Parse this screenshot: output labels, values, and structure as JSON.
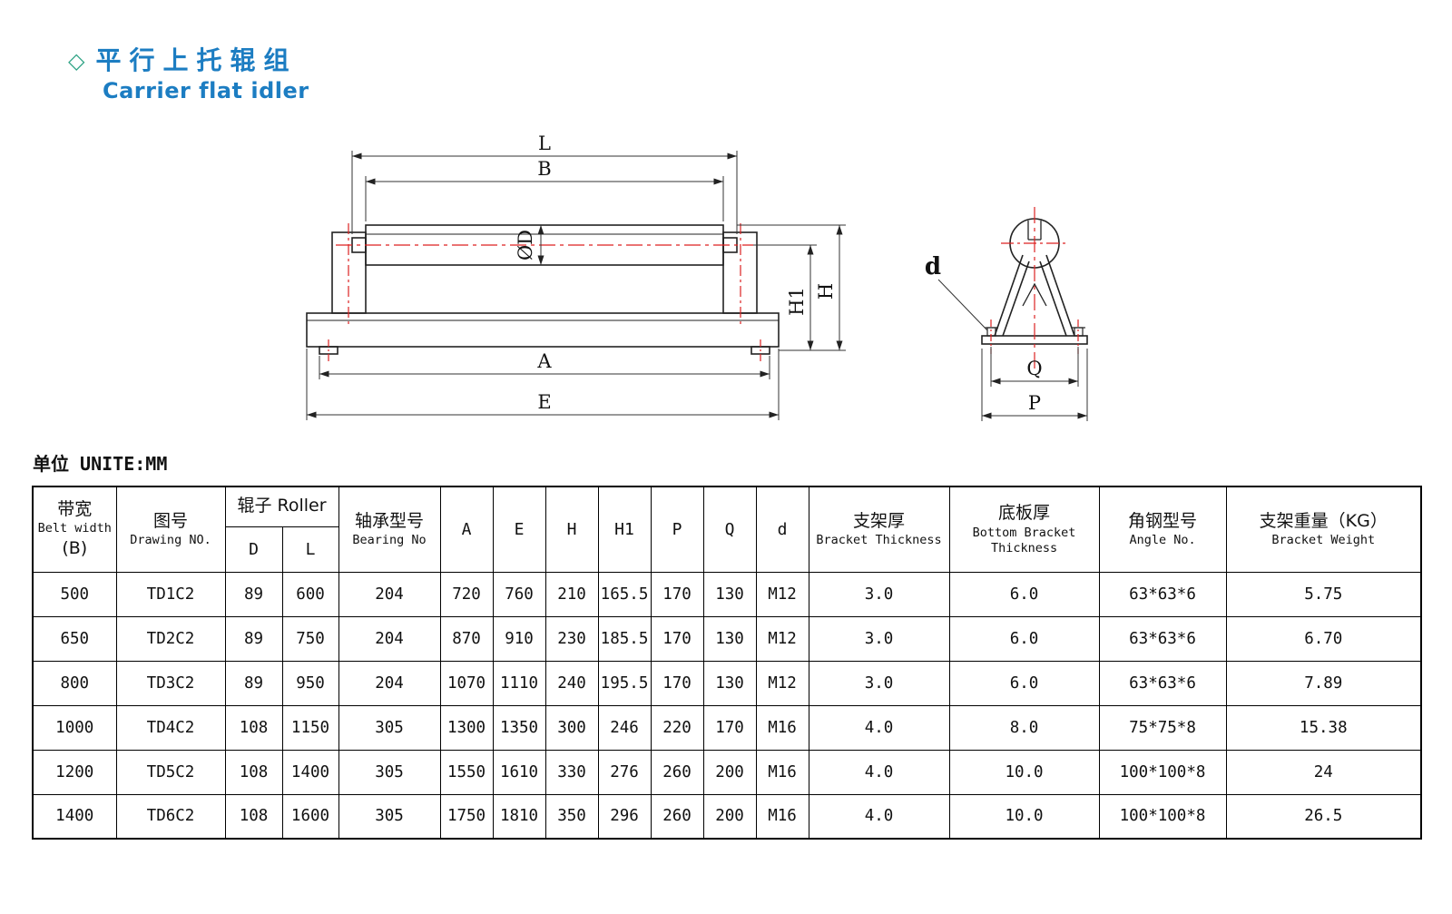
{
  "header": {
    "diamond": "◇",
    "title_zh": "平行上托辊组",
    "title_en": "Carrier flat idler"
  },
  "unit_note": "单位 UNITE:MM",
  "drawing": {
    "labels": {
      "L": "L",
      "B": "B",
      "OD": "ØD",
      "H1": "H1",
      "H": "H",
      "A": "A",
      "E": "E",
      "d": "d",
      "Q": "Q",
      "P": "P"
    }
  },
  "table": {
    "headers": {
      "belt_width_zh": "带宽",
      "belt_width_en": "Belt width",
      "belt_width_sub": "(B)",
      "drawing_no_zh": "图号",
      "drawing_no_en": "Drawing NO.",
      "roller": "辊子 Roller",
      "roller_d": "D",
      "roller_l": "L",
      "bearing_zh": "轴承型号",
      "bearing_en": "Bearing No",
      "col_a": "A",
      "col_e": "E",
      "col_h": "H",
      "col_h1": "H1",
      "col_p": "P",
      "col_q": "Q",
      "col_d": "d",
      "bracket_thickness_zh": "支架厚",
      "bracket_thickness_en": "Bracket Thickness",
      "bottom_bracket_zh": "底板厚",
      "bottom_bracket_en_1": "Bottom Bracket",
      "bottom_bracket_en_2": "Thickness",
      "angle_zh": "角钢型号",
      "angle_en": "Angle No.",
      "bracket_weight_zh": "支架重量（KG）",
      "bracket_weight_en": "Bracket Weight"
    },
    "rows": [
      [
        "500",
        "TD1C2",
        "89",
        "600",
        "204",
        "720",
        "760",
        "210",
        "165.5",
        "170",
        "130",
        "M12",
        "3.0",
        "6.0",
        "63*63*6",
        "5.75"
      ],
      [
        "650",
        "TD2C2",
        "89",
        "750",
        "204",
        "870",
        "910",
        "230",
        "185.5",
        "170",
        "130",
        "M12",
        "3.0",
        "6.0",
        "63*63*6",
        "6.70"
      ],
      [
        "800",
        "TD3C2",
        "89",
        "950",
        "204",
        "1070",
        "1110",
        "240",
        "195.5",
        "170",
        "130",
        "M12",
        "3.0",
        "6.0",
        "63*63*6",
        "7.89"
      ],
      [
        "1000",
        "TD4C2",
        "108",
        "1150",
        "305",
        "1300",
        "1350",
        "300",
        "246",
        "220",
        "170",
        "M16",
        "4.0",
        "8.0",
        "75*75*8",
        "15.38"
      ],
      [
        "1200",
        "TD5C2",
        "108",
        "1400",
        "305",
        "1550",
        "1610",
        "330",
        "276",
        "260",
        "200",
        "M16",
        "4.0",
        "10.0",
        "100*100*8",
        "24"
      ],
      [
        "1400",
        "TD6C2",
        "108",
        "1600",
        "305",
        "1750",
        "1810",
        "350",
        "296",
        "260",
        "200",
        "M16",
        "4.0",
        "10.0",
        "100*100*8",
        "26.5"
      ]
    ]
  }
}
